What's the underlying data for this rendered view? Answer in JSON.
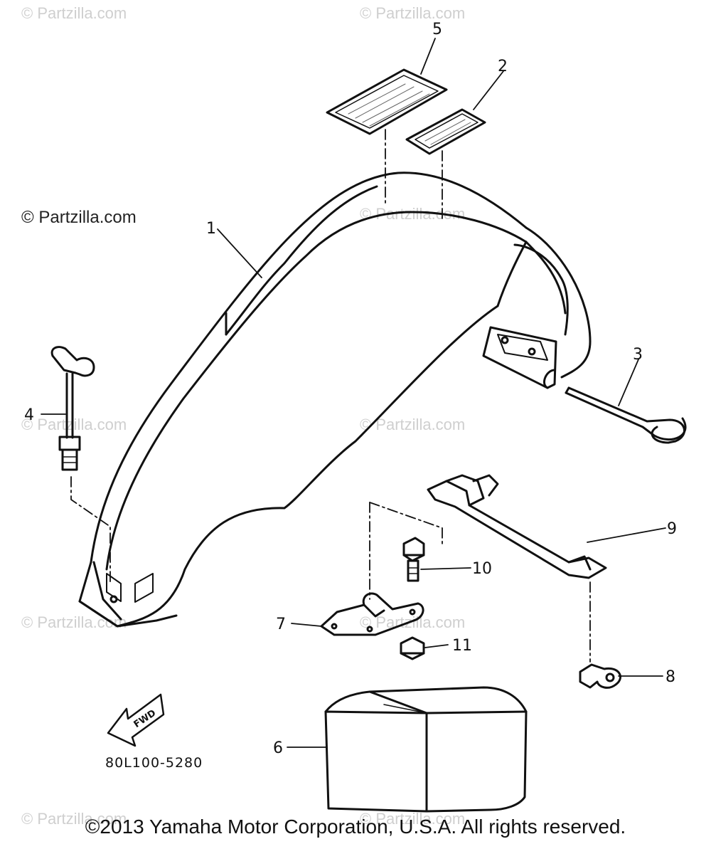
{
  "watermarks": {
    "faint": "© Partzilla.com",
    "prominent": "© Partzilla.com"
  },
  "callouts": [
    "1",
    "2",
    "3",
    "4",
    "5",
    "6",
    "7",
    "8",
    "9",
    "10",
    "11"
  ],
  "direction_label": "FWD",
  "diagram_code": "80L100-5280",
  "copyright": "©2013 Yamaha Motor Corporation, U.S.A. All rights reserved."
}
